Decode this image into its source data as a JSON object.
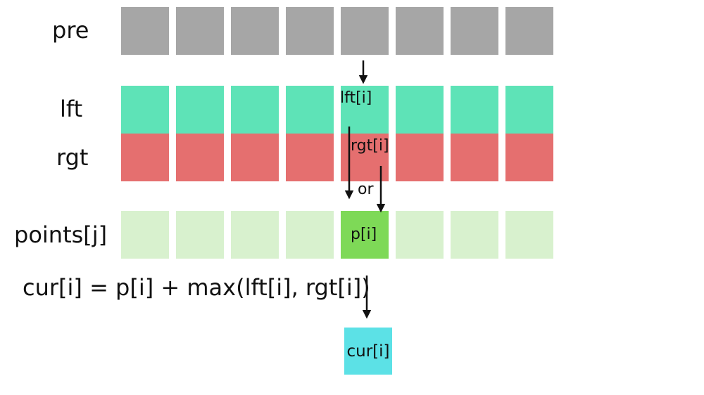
{
  "labels": {
    "pre": "pre",
    "lft": "lft",
    "rgt": "rgt",
    "points": "points[j]"
  },
  "cell_texts": {
    "lft_i": "lft[i]",
    "rgt_i": "rgt[i]",
    "or": "or",
    "p_i": "p[i]",
    "cur_i": "cur[i]"
  },
  "formula": "cur[i] = p[i] + max(lft[i], rgt[i])",
  "colors": {
    "pre": "#a6a6a6",
    "lft": "#5ee3b7",
    "rgt": "#e56f6f",
    "points": "#d8f1ce",
    "points_highlight": "#7ed957",
    "cur": "#5ce1e6",
    "arrow": "#111111"
  },
  "cells_per_row": 8,
  "highlight_index": 4
}
